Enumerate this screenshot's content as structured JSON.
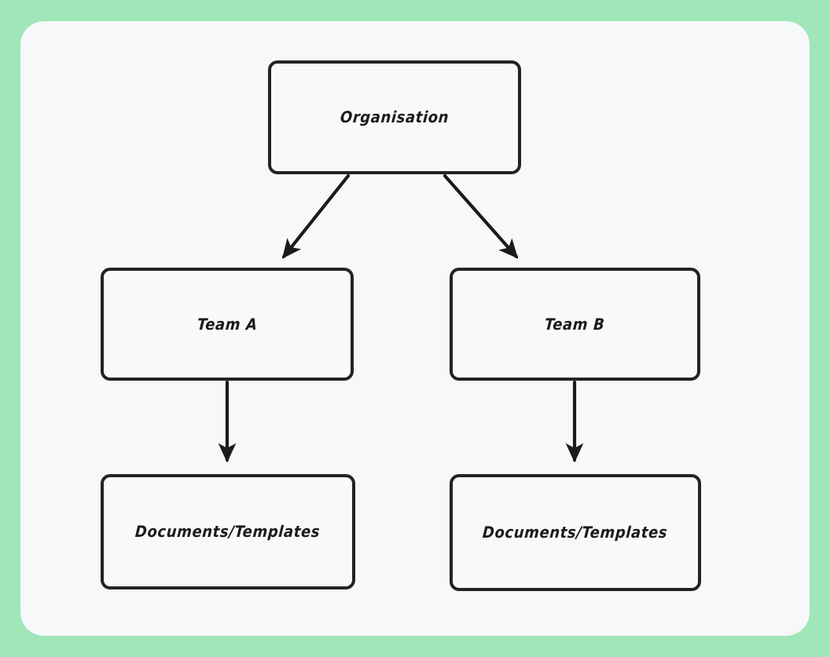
{
  "canvas": {
    "background_color": "#9FE6B8",
    "card_background_color": "#F7F8FA",
    "stroke_color": "#232323",
    "text_color": "#1B1B1B"
  },
  "diagram": {
    "type": "flowchart",
    "title": "",
    "nodes": [
      {
        "id": "organisation",
        "label": "Organisation",
        "level": 0
      },
      {
        "id": "team_a",
        "label": "Team A",
        "level": 1
      },
      {
        "id": "team_b",
        "label": "Team B",
        "level": 1
      },
      {
        "id": "docs_a",
        "label": "Documents/Templates",
        "level": 2
      },
      {
        "id": "docs_b",
        "label": "Documents/Templates",
        "level": 2
      }
    ],
    "edges": [
      {
        "from": "organisation",
        "to": "team_a",
        "style": "arrow"
      },
      {
        "from": "organisation",
        "to": "team_b",
        "style": "arrow"
      },
      {
        "from": "team_a",
        "to": "docs_a",
        "style": "arrow"
      },
      {
        "from": "team_b",
        "to": "docs_b",
        "style": "arrow"
      }
    ]
  }
}
